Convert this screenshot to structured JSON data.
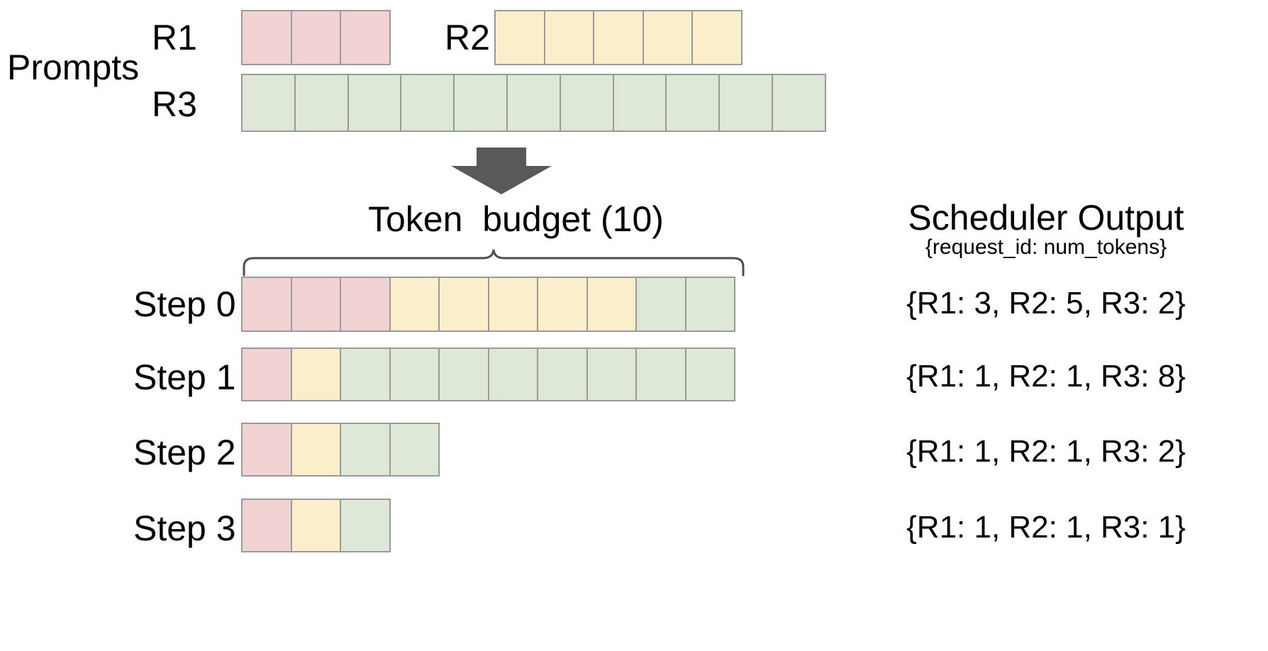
{
  "diagram": {
    "title_prompts": "Prompts",
    "arrow_icon": "down-arrow-icon",
    "token_budget_label": "Token  budget (10)",
    "brace_icon": "curly-brace-icon",
    "colors": {
      "r1": "#f1d3d3",
      "r2": "#faeecb",
      "r3": "#dde9d6",
      "cell_border": "#9a9a9a",
      "arrow": "#595959",
      "brace": "#4d4d4d",
      "text": "#000000",
      "background": "#ffffff"
    }
  },
  "prompts": {
    "section_label": "Prompts",
    "requests": [
      {
        "id": "R1",
        "label": "R1",
        "tokens": 3,
        "color_key": "pink"
      },
      {
        "id": "R2",
        "label": "R2",
        "tokens": 5,
        "color_key": "yellow"
      },
      {
        "id": "R3",
        "label": "R3",
        "tokens": 11,
        "color_key": "green"
      }
    ]
  },
  "token_budget": {
    "label": "Token  budget (10)",
    "value": 10
  },
  "scheduler": {
    "heading": "Scheduler Output",
    "subheading": "{request_id: num_tokens}",
    "steps": [
      {
        "label": "Step 0",
        "output": "{R1: 3, R2: 5, R3: 2}",
        "segments": [
          {
            "color_key": "pink",
            "count": 3
          },
          {
            "color_key": "yellow",
            "count": 5
          },
          {
            "color_key": "green",
            "count": 2
          }
        ],
        "total": 10
      },
      {
        "label": "Step 1",
        "output": "{R1: 1, R2: 1, R3: 8}",
        "segments": [
          {
            "color_key": "pink",
            "count": 1
          },
          {
            "color_key": "yellow",
            "count": 1
          },
          {
            "color_key": "green",
            "count": 8
          }
        ],
        "total": 10
      },
      {
        "label": "Step 2",
        "output": "{R1: 1, R2: 1, R3: 2}",
        "segments": [
          {
            "color_key": "pink",
            "count": 1
          },
          {
            "color_key": "yellow",
            "count": 1
          },
          {
            "color_key": "green",
            "count": 2
          }
        ],
        "total": 4
      },
      {
        "label": "Step 3",
        "output": "{R1: 1, R2: 1, R3: 1}",
        "segments": [
          {
            "color_key": "pink",
            "count": 1
          },
          {
            "color_key": "yellow",
            "count": 1
          },
          {
            "color_key": "green",
            "count": 1
          }
        ],
        "total": 3
      }
    ]
  }
}
